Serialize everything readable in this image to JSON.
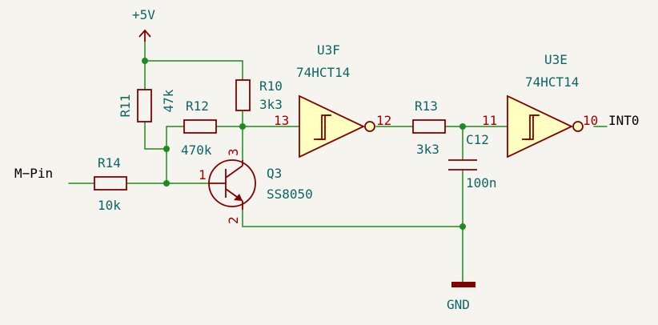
{
  "power": {
    "vcc": "+5V",
    "gnd": "GND"
  },
  "nets": {
    "input": "M−Pin",
    "output": "INT0"
  },
  "components": {
    "r11": {
      "ref": "R11",
      "value": "47k"
    },
    "r10": {
      "ref": "R10",
      "value": "3k3"
    },
    "r12": {
      "ref": "R12",
      "value": "470k"
    },
    "r14": {
      "ref": "R14",
      "value": "10k"
    },
    "r13": {
      "ref": "R13",
      "value": "3k3"
    },
    "c12": {
      "ref": "C12",
      "value": "100n"
    },
    "q3": {
      "ref": "Q3",
      "value": "SS8050",
      "pin_b": "1",
      "pin_c": "3",
      "pin_e": "2"
    },
    "u3f": {
      "ref": "U3F",
      "value": "74HCT14",
      "pin_in": "13",
      "pin_out": "12"
    },
    "u3e": {
      "ref": "U3E",
      "value": "74HCT14",
      "pin_in": "11",
      "pin_out": "10"
    }
  },
  "colors": {
    "wire": "#1f8a1f",
    "component": "#840000",
    "fill": "#ffffc2",
    "label": "#0e6565",
    "pin": "#a00000"
  }
}
